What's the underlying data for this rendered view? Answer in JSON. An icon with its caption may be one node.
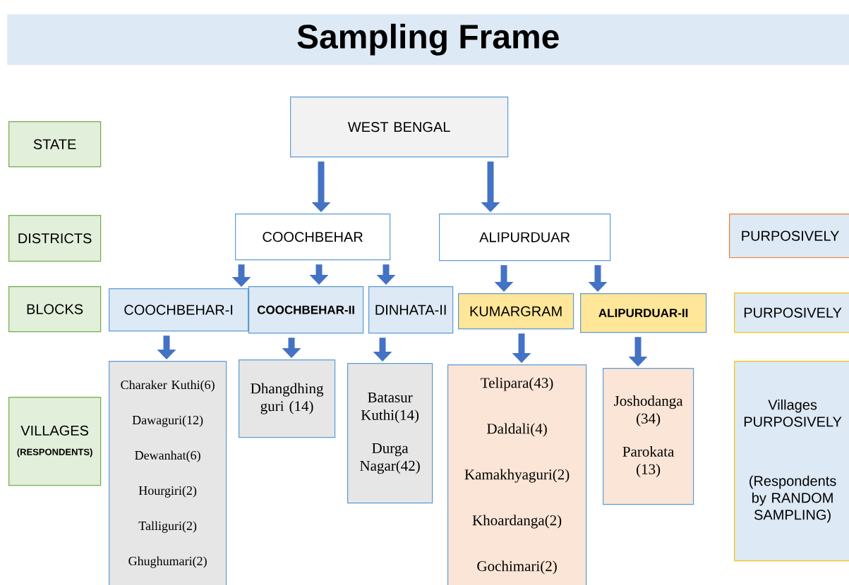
{
  "diagram": {
    "title": "Sampling Frame",
    "nodes": [
      {
        "text": [
          "STATE"
        ]
      },
      {
        "text": [
          "DISTRICTS"
        ]
      },
      {
        "text": [
          "BLOCKS"
        ]
      },
      {
        "text": [
          "VILLAGES",
          "(RESPONDENTS)"
        ]
      },
      {
        "text": [
          "WEST BENGAL"
        ]
      },
      {
        "text": [
          "COOCHBEHAR"
        ]
      },
      {
        "text": [
          "ALIPURDUAR"
        ]
      },
      {
        "text": [
          "PURPOSIVELY"
        ]
      },
      {
        "text": [
          "COOCHBEHAR-I"
        ]
      },
      {
        "text": [
          "COOCHBEHAR-II"
        ]
      },
      {
        "text": [
          "DINHATA-II"
        ]
      },
      {
        "text": [
          "KUMARGRAM"
        ]
      },
      {
        "text": [
          "ALIPURDUAR-II"
        ]
      },
      {
        "text": [
          "PURPOSIVELY"
        ]
      },
      {
        "text": [
          "Charaker Kuthi(6)",
          "Dawaguri(12)",
          "Dewanhat(6)",
          "Hourgiri(2)",
          "Talliguri(2)",
          "Ghughumari(2)"
        ]
      },
      {
        "text": [
          "Dhangdhing guri (14)"
        ]
      },
      {
        "text": [
          "Batasur Kuthi(14)",
          "Durga Nagar(42)"
        ]
      },
      {
        "text": [
          "Telipara(43)",
          "Daldali(4)",
          "Kamakhyaguri(2)",
          "Khoardanga(2)",
          "Gochimari(2)"
        ]
      },
      {
        "text": [
          "Joshodanga (34)",
          "Parokata (13)"
        ]
      },
      {
        "text": [
          "Villages PURPOSIVELY",
          "(Respondents by RANDOM SAMPLING)"
        ]
      }
    ],
    "edges": [
      {
        "from": 4,
        "to": 5,
        "arrow": "to"
      },
      {
        "from": 4,
        "to": 6,
        "arrow": "to"
      },
      {
        "from": 5,
        "to": 8,
        "arrow": "to"
      },
      {
        "from": 5,
        "to": 9,
        "arrow": "to"
      },
      {
        "from": 5,
        "to": 10,
        "arrow": "to"
      },
      {
        "from": 6,
        "to": 11,
        "arrow": "to"
      },
      {
        "from": 6,
        "to": 12,
        "arrow": "to"
      },
      {
        "from": 8,
        "to": 14,
        "arrow": "to"
      },
      {
        "from": 9,
        "to": 15,
        "arrow": "to"
      },
      {
        "from": 10,
        "to": 16,
        "arrow": "to"
      },
      {
        "from": 11,
        "to": 17,
        "arrow": "to"
      },
      {
        "from": 12,
        "to": 18,
        "arrow": "to"
      }
    ]
  }
}
